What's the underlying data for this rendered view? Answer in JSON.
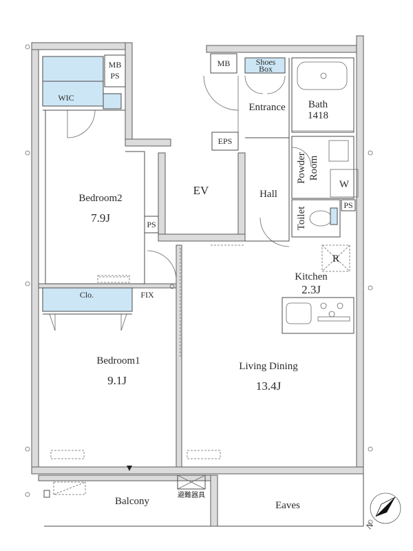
{
  "rooms": {
    "wic": "WIC",
    "mbps_top": "MB",
    "mbps_bottom": "PS",
    "mb": "MB",
    "shoes_line1": "Shoes",
    "shoes_line2": "Box",
    "bath_line1": "Bath",
    "bath_line2": "1418",
    "entrance": "Entrance",
    "eps": "EPS",
    "powder_line1": "Powder",
    "powder_line2": "Room",
    "washer": "W",
    "ev": "EV",
    "hall": "Hall",
    "ps_right": "PS",
    "toilet": "Toilet",
    "bedroom2": "Bedroom2",
    "bedroom2_size": "7.9J",
    "ps_left": "PS",
    "refrigerator": "R",
    "kitchen": "Kitchen",
    "kitchen_size": "2.3J",
    "closet": "Clo.",
    "fix": "FIX",
    "bedroom1": "Bedroom1",
    "bedroom1_size": "9.1J",
    "living": "Living Dining",
    "living_size": "13.4J",
    "balcony": "Balcony",
    "evac": "避難器具",
    "eaves": "Eaves",
    "north": "N"
  },
  "colors": {
    "wall": "#dcdcdc",
    "storage": "#cde6f5",
    "line": "#4a4a4a"
  }
}
